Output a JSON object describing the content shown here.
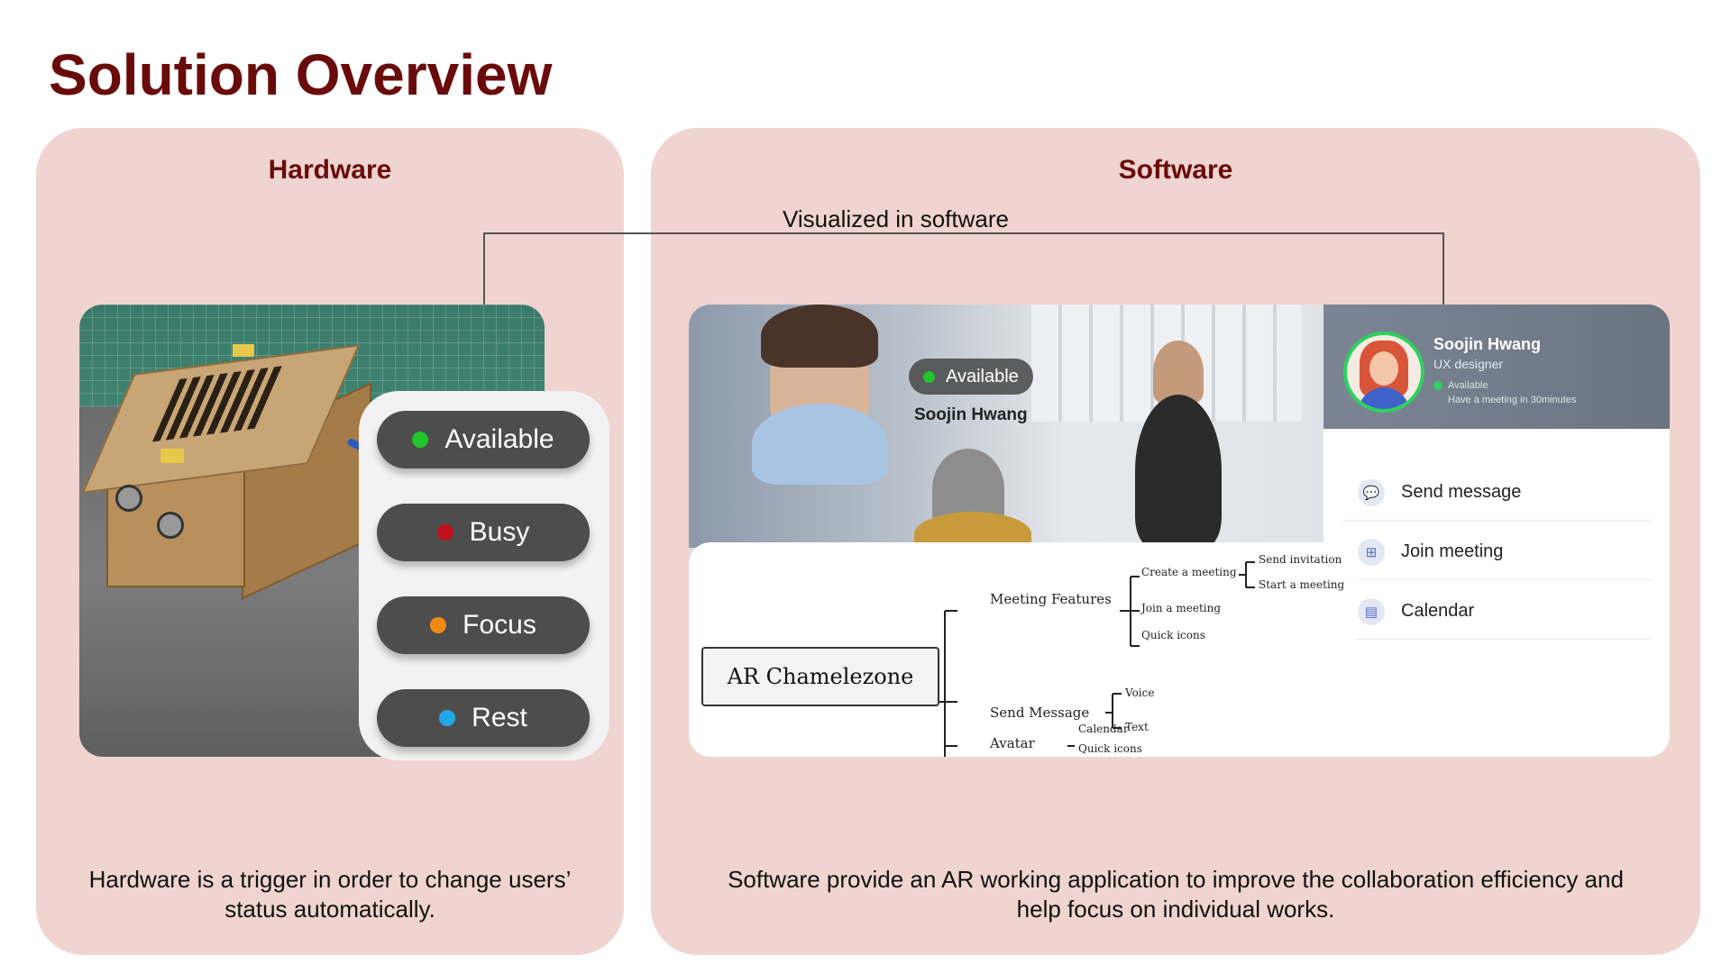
{
  "slide": {
    "title": "Solution Overview",
    "connector_label": "Visualized in software"
  },
  "hardware": {
    "heading": "Hardware",
    "description": "Hardware is a trigger in order to change users’ status automatically.",
    "statuses": [
      {
        "label": "Available",
        "color": "#22c62a"
      },
      {
        "label": "Busy",
        "color": "#c2101a"
      },
      {
        "label": "Focus",
        "color": "#f28a12"
      },
      {
        "label": "Rest",
        "color": "#22a7e6"
      }
    ]
  },
  "software": {
    "heading": "Software",
    "description": "Software provide an AR working application to improve the collaboration efficiency and help focus on individual works.",
    "scene": {
      "status_label": "Available",
      "status_color": "#22c62a",
      "user_name": "Soojin Hwang"
    },
    "profile": {
      "name": "Soojin Hwang",
      "role": "UX designer",
      "status": "Available",
      "note": "Have a meeting in 30minutes"
    },
    "menu": [
      {
        "label": "Send message",
        "icon": "chat-icon"
      },
      {
        "label": "Join meeting",
        "icon": "plus-square-icon"
      },
      {
        "label": "Calendar",
        "icon": "calendar-icon"
      }
    ],
    "mindmap": {
      "root": "AR Chamelezone",
      "meeting_features": "Meeting Features",
      "create_meeting": "Create a meeting",
      "send_invitation": "Send invitation",
      "start_meeting": "Start a meeting",
      "join_meeting": "Join a meeting",
      "quick_icons_1": "Quick icons",
      "send_message": "Send Message",
      "voice": "Voice",
      "text": "Text",
      "avatar": "Avatar",
      "calendar": "Calendar",
      "quick_icons_2": "Quick icons"
    }
  }
}
